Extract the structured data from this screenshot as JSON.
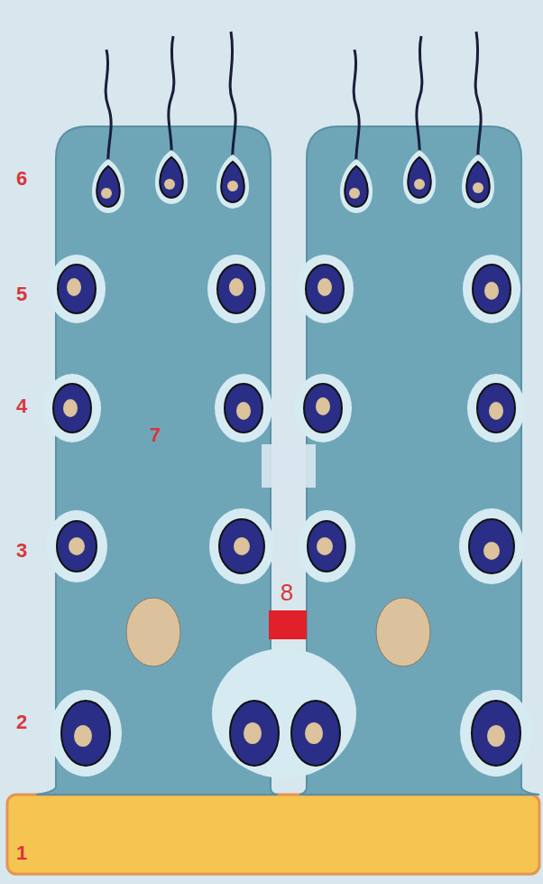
{
  "diagram": {
    "labels": [
      "6",
      "5",
      "4",
      "7",
      "3",
      "8",
      "2",
      "1"
    ]
  }
}
